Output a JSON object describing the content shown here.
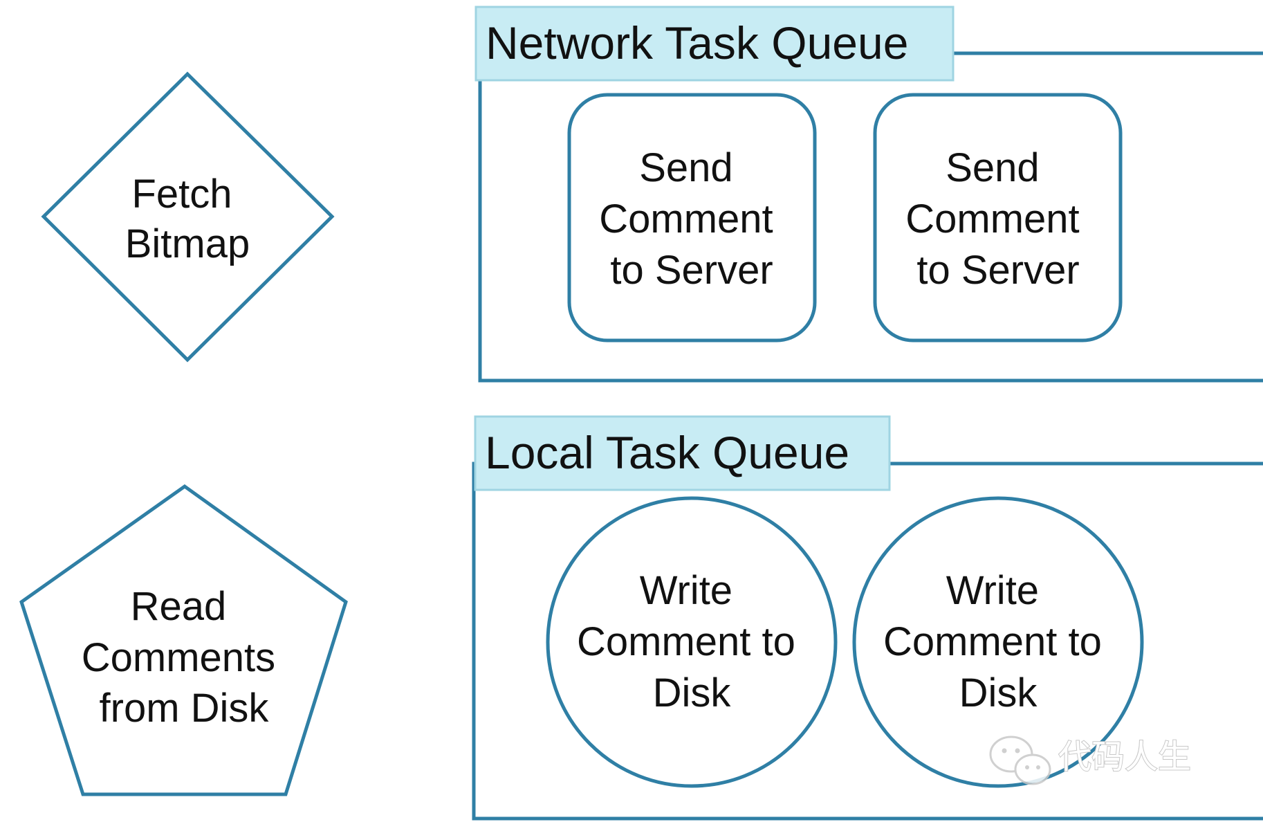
{
  "colors": {
    "stroke": "#2f7fa5",
    "title_fill": "#c8ecf4",
    "title_border": "#9fd4e2",
    "text": "#111111",
    "background": "#ffffff"
  },
  "standalone_tasks": [
    {
      "shape": "diamond",
      "lines": [
        "Fetch",
        "Bitmap"
      ]
    },
    {
      "shape": "pentagon",
      "lines": [
        "Read",
        "Comments",
        "from Disk"
      ]
    }
  ],
  "queues": [
    {
      "title": "Network Task Queue",
      "tasks": [
        {
          "shape": "rounded-rectangle",
          "lines": [
            "Send",
            "Comment",
            "to Server"
          ]
        },
        {
          "shape": "rounded-rectangle",
          "lines": [
            "Send",
            "Comment",
            "to Server"
          ]
        }
      ]
    },
    {
      "title": "Local Task Queue",
      "tasks": [
        {
          "shape": "circle",
          "lines": [
            "Write",
            "Comment to",
            "Disk"
          ]
        },
        {
          "shape": "circle",
          "lines": [
            "Write",
            "Comment to",
            "Disk"
          ]
        }
      ]
    }
  ],
  "watermark": {
    "icon": "wechat-icon",
    "text": "代码人生"
  }
}
